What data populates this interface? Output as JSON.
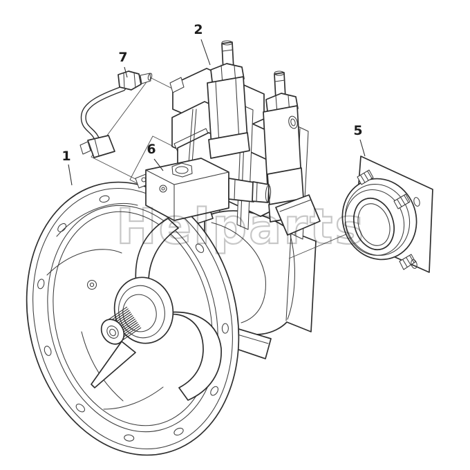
{
  "diagram": {
    "type": "exploded-parts-line-drawing",
    "subject": "hydraulic pump assembly",
    "watermark": "Helparts",
    "colors": {
      "background": "#ffffff",
      "line": "#2e2e2e",
      "watermark": "#c7c7c7",
      "callout_text": "#1c1c1c"
    },
    "callouts": [
      {
        "number": "1"
      },
      {
        "number": "2"
      },
      {
        "number": "5"
      },
      {
        "number": "6"
      },
      {
        "number": "7"
      }
    ]
  }
}
